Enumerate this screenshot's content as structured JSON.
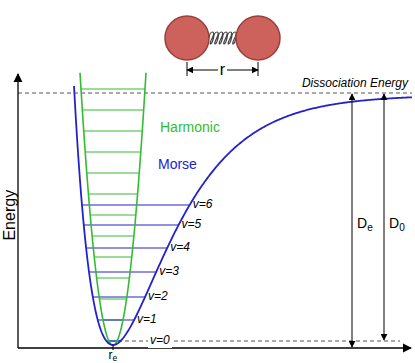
{
  "diagram": {
    "labels": [
      "r",
      "Dissociation Energy",
      "Harmonic",
      "Morse",
      "v=6",
      "v=5",
      "v=4",
      "v=3",
      "v=2",
      "v=1",
      "v=0",
      "De",
      "D0",
      "Energy",
      "re"
    ]
  }
}
